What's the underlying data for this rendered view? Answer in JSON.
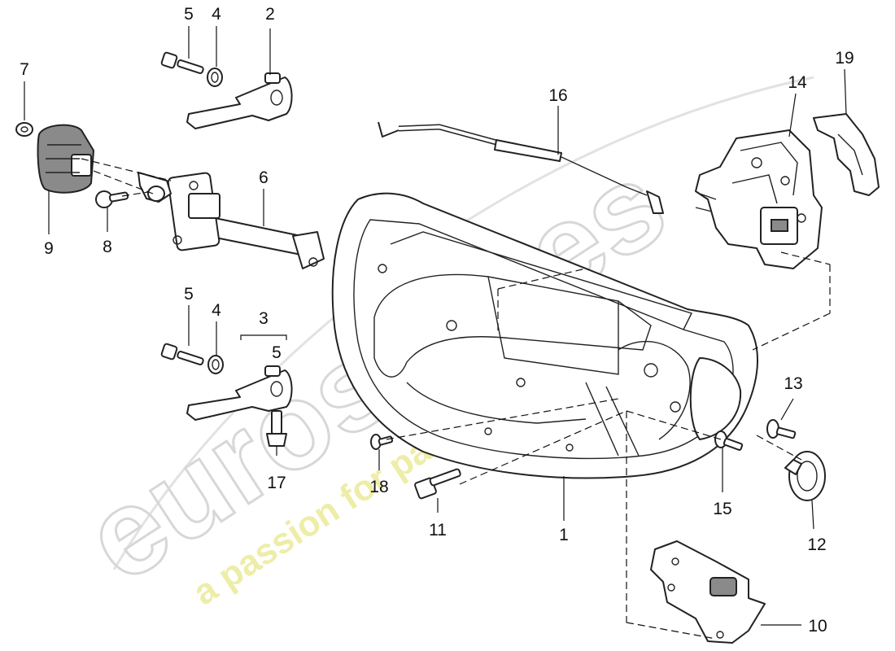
{
  "watermark": {
    "brand": "eurospares",
    "tagline": "a passion for parts since 1978"
  },
  "callouts": [
    "1",
    "2",
    "3",
    "4",
    "4",
    "5",
    "5",
    "5",
    "6",
    "7",
    "8",
    "9",
    "10",
    "11",
    "12",
    "13",
    "14",
    "15",
    "16",
    "17",
    "18",
    "19"
  ]
}
